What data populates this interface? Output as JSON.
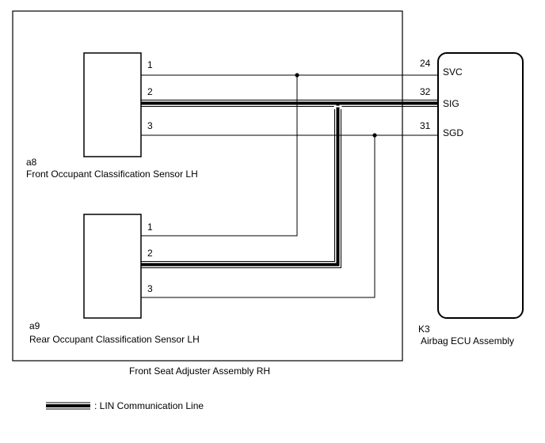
{
  "assembly": {
    "label": "Front Seat Adjuster Assembly RH"
  },
  "sensor_front": {
    "code": "a8",
    "name": "Front Occupant Classification Sensor LH",
    "pins": [
      "1",
      "2",
      "3"
    ]
  },
  "sensor_rear": {
    "code": "a9",
    "name": "Rear Occupant Classification Sensor LH",
    "pins": [
      "1",
      "2",
      "3"
    ]
  },
  "ecu": {
    "code": "K3",
    "name": "Airbag ECU Assembly",
    "terminals": [
      {
        "pin": "24",
        "signal": "SVC"
      },
      {
        "pin": "32",
        "signal": "SIG"
      },
      {
        "pin": "31",
        "signal": "SGD"
      }
    ]
  },
  "legend": {
    "text": ": LIN Communication Line"
  }
}
